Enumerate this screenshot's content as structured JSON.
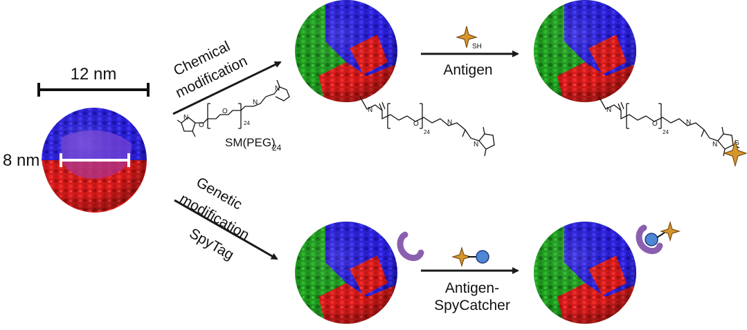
{
  "scale": {
    "width_label": "12 nm",
    "cavity_label": "8 nm"
  },
  "top_path": {
    "arrow_label_line1": "Chemical",
    "arrow_label_line2": "modification",
    "reagent_name": "SM(PEG)",
    "reagent_subscript": "24",
    "peg_repeat": "24",
    "antigen_arrow_label": "Antigen",
    "thiol_label": "SH",
    "s_label": "S",
    "n_label": "N",
    "o_label": "O"
  },
  "bottom_path": {
    "arrow_label_line1": "Genetic",
    "arrow_label_line2": "modification",
    "arrow_label_line3": "SpyTag",
    "catcher_arrow_label_line1": "Antigen-",
    "catcher_arrow_label_line2": "SpyCatcher"
  },
  "colors": {
    "subunit_blue": "#2a1fd6",
    "subunit_red": "#d81818",
    "subunit_green": "#1f9a1f",
    "antigen_star": "#d6962e",
    "spytag": "#8a5fb0",
    "spycatcher": "#4f86d6",
    "arrow": "#1a1a1a"
  }
}
